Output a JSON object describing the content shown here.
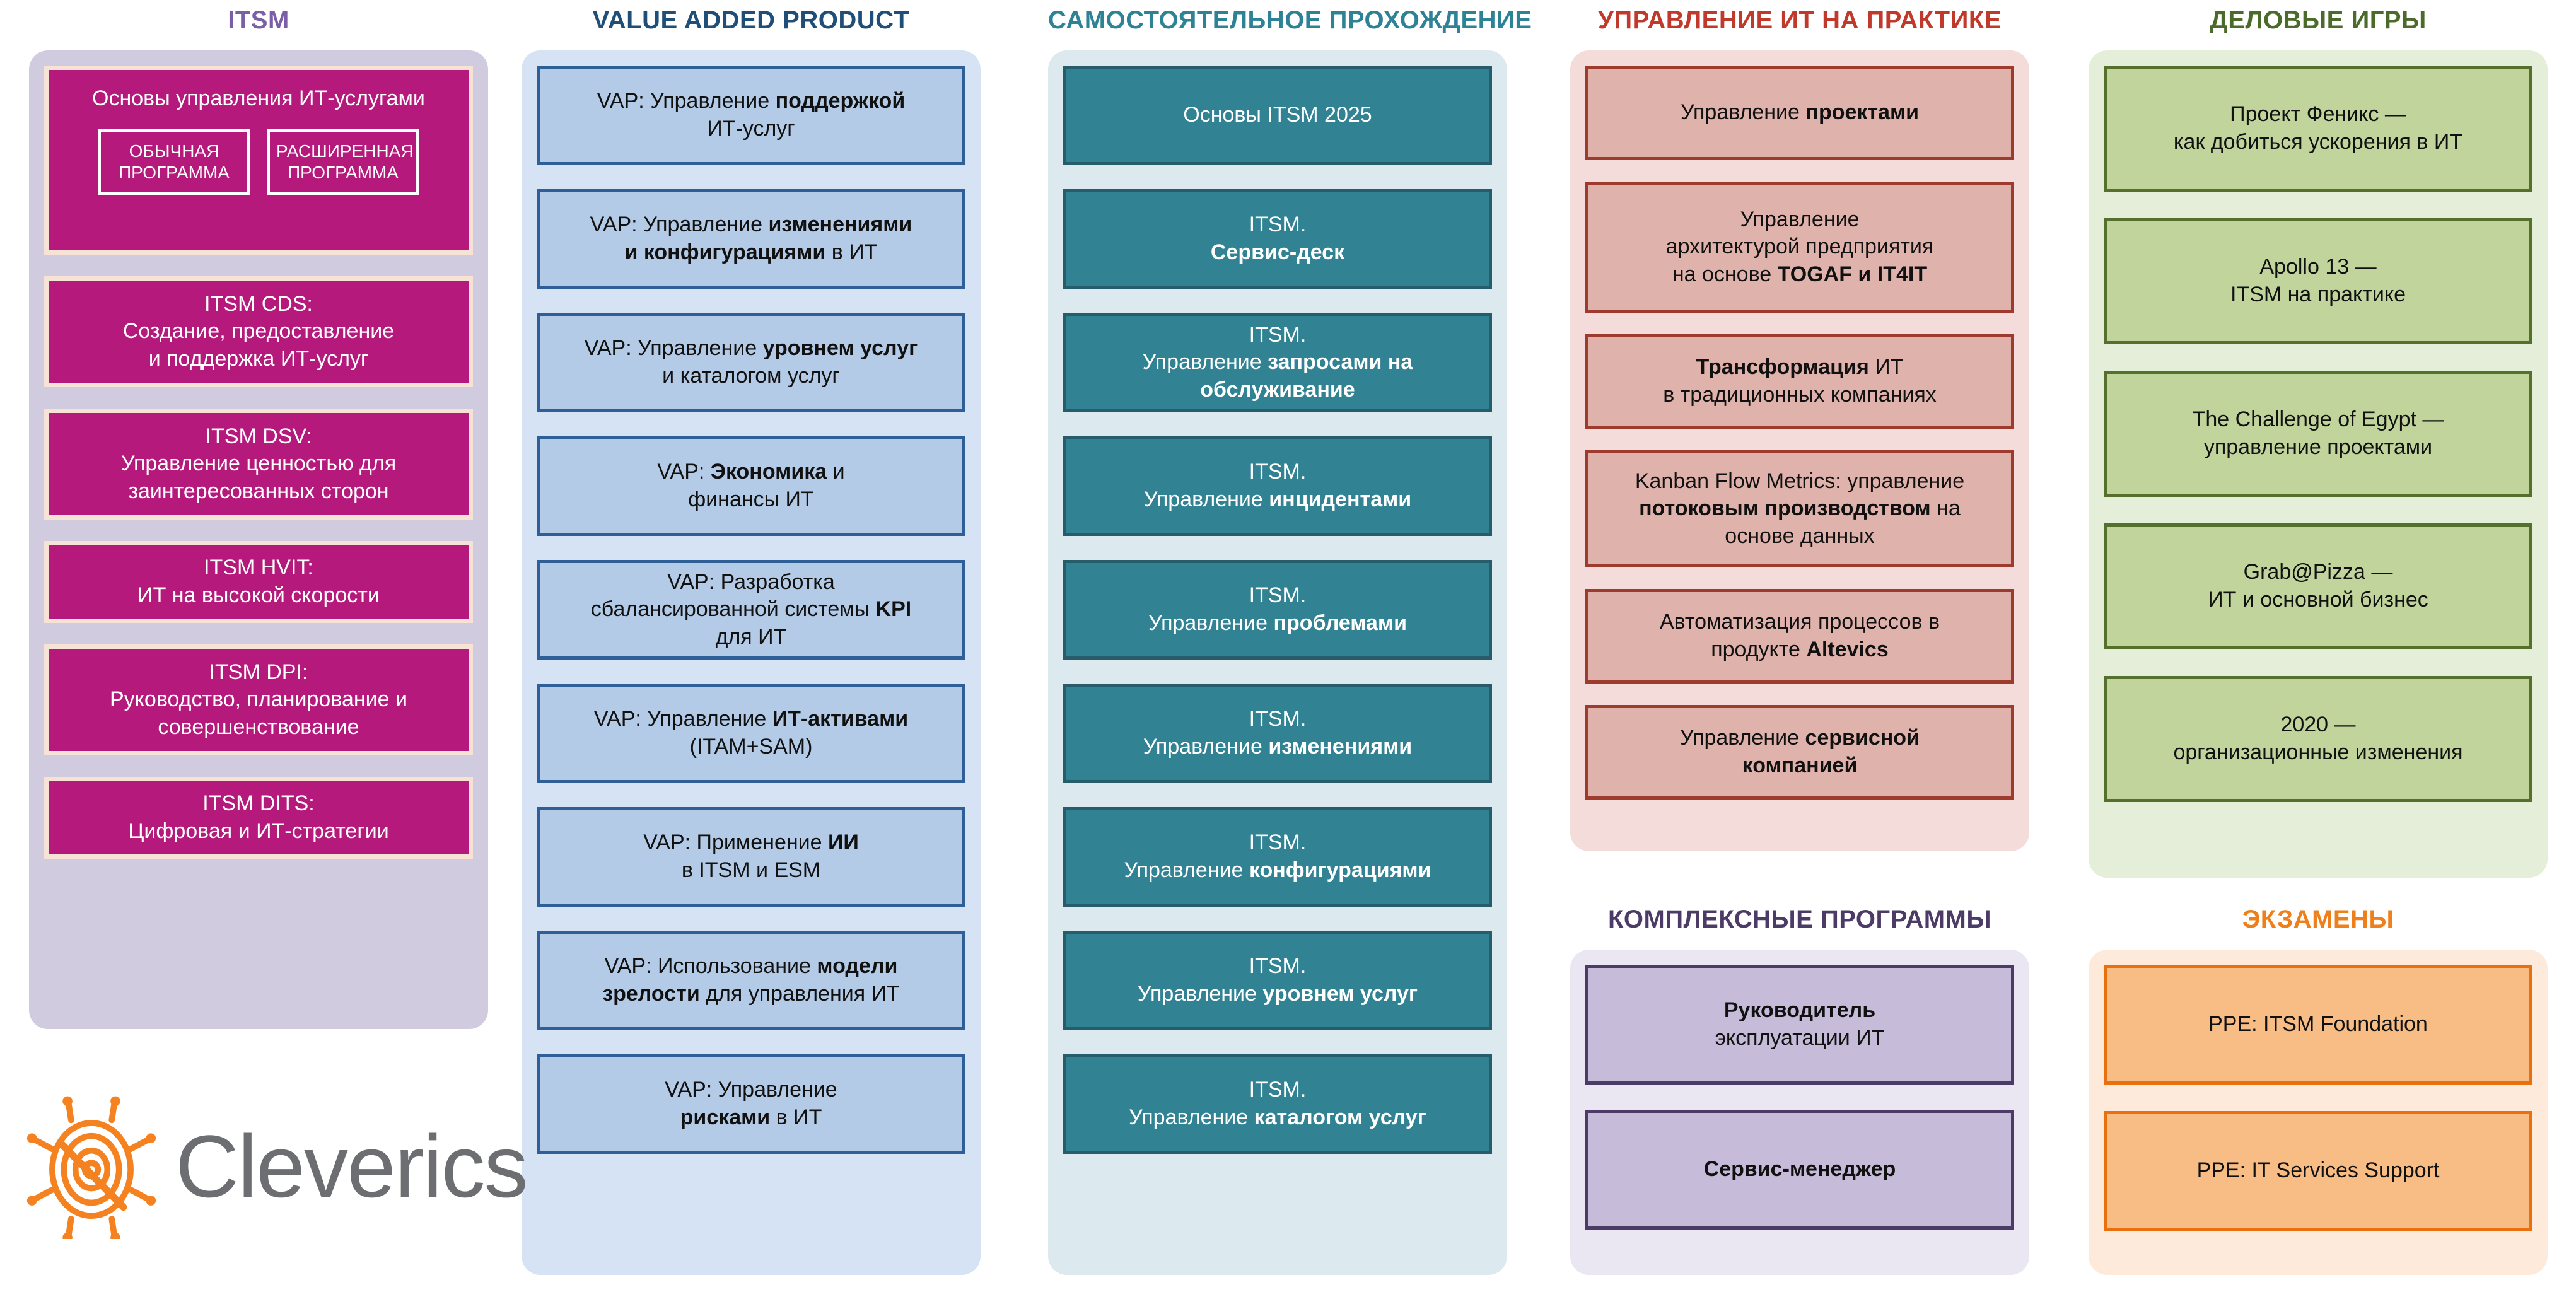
{
  "columns": {
    "itsm": {
      "title": "ITSM",
      "accent": "#7b5ea7",
      "panel_bg": "#d0cbdf",
      "card_bg": "#b5197c",
      "cards": [
        {
          "text": "Основы управления ИТ-услугами",
          "badges": [
            "ОБЫЧНАЯ ПРОГРАММА",
            "РАСШИРЕННАЯ ПРОГРАММА"
          ]
        },
        {
          "text": "ITSM CDS:\nСоздание, предоставление\nи поддержка ИТ-услуг"
        },
        {
          "text": "ITSM DSV:\nУправление ценностью для\nзаинтересованных сторон"
        },
        {
          "text": "ITSM HVIT:\nИТ на высокой скорости"
        },
        {
          "text": "ITSM DPI:\nРуководство, планирование и\nсовершенствование"
        },
        {
          "text": "ITSM DITS:\nЦифровая и ИТ-стратегии"
        }
      ]
    },
    "vap": {
      "title": "VALUE ADDED PRODUCT",
      "accent": "#1f4e79",
      "panel_bg": "#d6e3f4",
      "card_bg": "#b4cbe7",
      "cards": [
        {
          "html": "VAP: Управление <b>поддержкой</b><br>ИТ-услуг"
        },
        {
          "html": "VAP: Управление <b>изменениями</b><br><b>и конфигурациями</b> в ИТ"
        },
        {
          "html": "VAP: Управление <b>уровнем услуг</b><br>и каталогом услуг"
        },
        {
          "html": "VAP: <b>Экономика</b> и<br>финансы ИТ"
        },
        {
          "html": "VAP: Разработка<br>сбалансированной системы <b>KPI</b><br>для ИТ"
        },
        {
          "html": "VAP: Управление <b>ИТ-активами</b><br>(ITAM+SAM)"
        },
        {
          "html": "VAP: Применение <b>ИИ</b><br>в ITSM и ESM"
        },
        {
          "html": "VAP: Использование <b>модели</b><br><b>зрелости</b> для управления ИТ"
        },
        {
          "html": "VAP: Управление<br><b>рисками</b> в ИТ"
        }
      ]
    },
    "self_study": {
      "title": "САМОСТОЯТЕЛЬНОЕ ПРОХОЖДЕНИЕ",
      "accent": "#2e8295",
      "panel_bg": "#dceaef",
      "card_bg": "#318394",
      "cards": [
        {
          "html": "Основы ITSM 2025"
        },
        {
          "html": "ITSM.<br><b>Сервис-деск</b>"
        },
        {
          "html": "ITSM.<br>Управление <b>запросами на</b><br><b>обслуживание</b>"
        },
        {
          "html": "ITSM.<br>Управление <b>инцидентами</b>"
        },
        {
          "html": "ITSM.<br>Управление <b>проблемами</b>"
        },
        {
          "html": "ITSM.<br>Управление <b>изменениями</b>"
        },
        {
          "html": "ITSM.<br>Управление <b>конфигурациями</b>"
        },
        {
          "html": "ITSM.<br>Управление <b>уровнем услуг</b>"
        },
        {
          "html": "ITSM.<br>Управление <b>каталогом услуг</b>"
        }
      ]
    },
    "practice": {
      "title": "УПРАВЛЕНИЕ ИТ НА ПРАКТИКЕ",
      "accent": "#c0392b",
      "panel_bg": "#f4dcda",
      "card_bg": "#e0b2ac",
      "cards": [
        {
          "html": "Управление <b>проектами</b>"
        },
        {
          "html": "Управление<br>архитектурой предприятия<br>на основе <b>TOGAF и IT4IT</b>"
        },
        {
          "html": "<b>Трансформация</b> ИТ<br>в традиционных компаниях"
        },
        {
          "html": "Kanban Flow Metrics: управление<br><b>потоковым производством</b> на<br>основе данных"
        },
        {
          "html": "Автоматизация процессов в<br>продукте <b>Altevics</b>"
        },
        {
          "html": "Управление <b>сервисной</b><br><b>компанией</b>"
        }
      ]
    },
    "complex": {
      "title": "КОМПЛЕКСНЫЕ ПРОГРАММЫ",
      "accent": "#4b3b66",
      "panel_bg": "#eae6f2",
      "card_bg": "#c6bcd9",
      "cards": [
        {
          "html": "<b>Руководитель</b><br>эксплуатации ИТ"
        },
        {
          "html": "<b>Сервис-менеджер</b>"
        }
      ]
    },
    "games": {
      "title": "ДЕЛОВЫЕ ИГРЫ",
      "accent": "#4a6b2a",
      "panel_bg": "#e5eed9",
      "card_bg": "#c0d49b",
      "cards": [
        {
          "html": "Проект Феникс —<br>как добиться ускорения в ИТ"
        },
        {
          "html": "Apollo 13 —<br>ITSM на практике"
        },
        {
          "html": "The Challenge of Egypt —<br>управление проектами"
        },
        {
          "html": "Grab@Pizza —<br>ИТ и основной бизнес"
        },
        {
          "html": "2020 —<br>организационные изменения"
        }
      ]
    },
    "exams": {
      "title": "ЭКЗАМЕНЫ",
      "accent": "#ef7f1a",
      "panel_bg": "#fdeadb",
      "card_bg": "#f7bd85",
      "cards": [
        {
          "html": "PPE: ITSM Foundation"
        },
        {
          "html": "PPE: IT Services Support"
        }
      ]
    }
  },
  "logo": {
    "wordmark": "Cleverics",
    "mark_color": "#f58220",
    "word_color": "#6d6e71"
  }
}
